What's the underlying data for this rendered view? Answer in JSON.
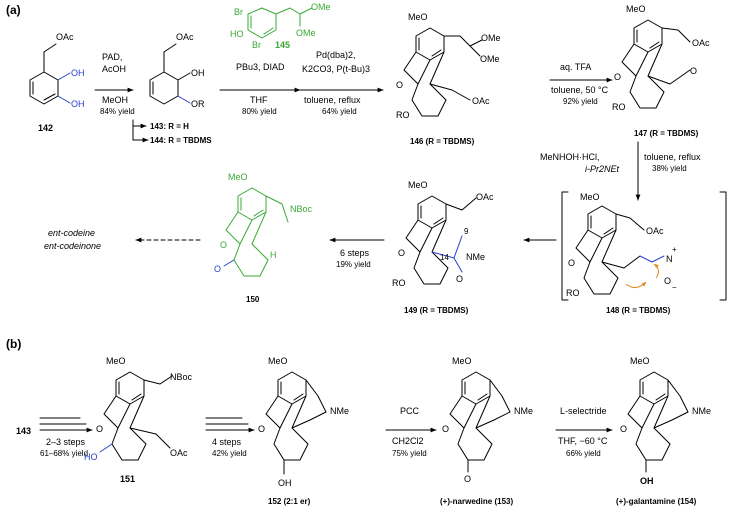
{
  "panel_a": {
    "label": "(a)",
    "compounds": {
      "c142": {
        "label": "142",
        "oac": "OAc",
        "oh1": "OH",
        "oh2": "OH"
      },
      "c143": {
        "oac": "OAc",
        "oh": "OH",
        "or": "OR",
        "r_h": "143: R = H",
        "r_tbdms": "144: R = TBDMS"
      },
      "c145": {
        "label": "145",
        "br1": "Br",
        "br2": "Br",
        "ho": "HO",
        "ome1": "OMe",
        "ome2": "OMe"
      },
      "c146": {
        "label": "146 (R = TBDMS)",
        "meo": "MeO",
        "ome1": "OMe",
        "ome2": "OMe",
        "oac": "OAc",
        "ro": "RO",
        "o": "O"
      },
      "c147": {
        "label": "147 (R = TBDMS)",
        "meo": "MeO",
        "oac": "OAc",
        "ro": "RO",
        "o": "O",
        "ald": "O"
      },
      "c148": {
        "label": "148 (R = TBDMS)",
        "meo": "MeO",
        "oac": "OAc",
        "ro": "RO",
        "o": "O",
        "n": "N",
        "plus": "+",
        "om": "O",
        "minus": "−"
      },
      "c149": {
        "label": "149 (R = TBDMS)",
        "meo": "MeO",
        "oac": "OAc",
        "ro": "RO",
        "o": "O",
        "nme": "NMe",
        "o2": "O",
        "n9": "9",
        "n14": "14"
      },
      "c150": {
        "label": "150",
        "meo": "MeO",
        "nboc": "NBoc",
        "h": "H",
        "o": "O",
        "ketone": "O"
      }
    },
    "conditions": {
      "step1": {
        "line1": "PAD,",
        "line2": "AcOH",
        "line3": "MeOH",
        "yield": "84% yield"
      },
      "step2": {
        "line1": "PBu3, DIAD",
        "line2": "THF",
        "yield": "80% yield"
      },
      "step3": {
        "line1": "Pd(dba)2,",
        "line2": "K2CO3, P(t-Bu)3",
        "line3": "toluene, reflux",
        "yield": "64% yield"
      },
      "step4": {
        "line1": "aq. TFA",
        "line2": "toluene, 50 °C",
        "yield": "92% yield"
      },
      "step5": {
        "line1": "MeNHOH·HCl,",
        "line2": "i-Pr2NEt",
        "line3": "toluene, reflux",
        "yield": "38% yield"
      },
      "step6": {
        "line1": "6 steps",
        "yield": "19% yield"
      }
    },
    "products": {
      "line1": "ent-codeine",
      "line2": "ent-codeinone"
    }
  },
  "panel_b": {
    "label": "(b)",
    "start": "143",
    "compounds": {
      "c151": {
        "label": "151",
        "meo": "MeO",
        "nboc": "NBoc",
        "o": "O",
        "oac": "OAc",
        "ho": "HO"
      },
      "c152": {
        "label": "152 (2:1 er)",
        "meo": "MeO",
        "nme": "NMe",
        "o": "O",
        "oh": "OH"
      },
      "c153": {
        "label": "(+)-narwedine (153)",
        "meo": "MeO",
        "nme": "NMe",
        "o": "O",
        "ketone": "O"
      },
      "c154": {
        "label": "(+)-galantamine (154)",
        "meo": "MeO",
        "nme": "NMe",
        "o": "O",
        "oh": "OH"
      }
    },
    "conditions": {
      "step1": {
        "line1": "2–3 steps",
        "yield": "61–68% yield"
      },
      "step2": {
        "line1": "4 steps",
        "yield": "42% yield"
      },
      "step3": {
        "line1": "PCC",
        "line2": "CH2Cl2",
        "yield": "75% yield"
      },
      "step4": {
        "line1": "L-selectride",
        "line2": "THF, −60 °C",
        "yield": "66% yield"
      }
    }
  },
  "colors": {
    "reagent": "#3aa935",
    "new_bond": "#2a3fcf",
    "arrow_push": "#e08a1e"
  }
}
